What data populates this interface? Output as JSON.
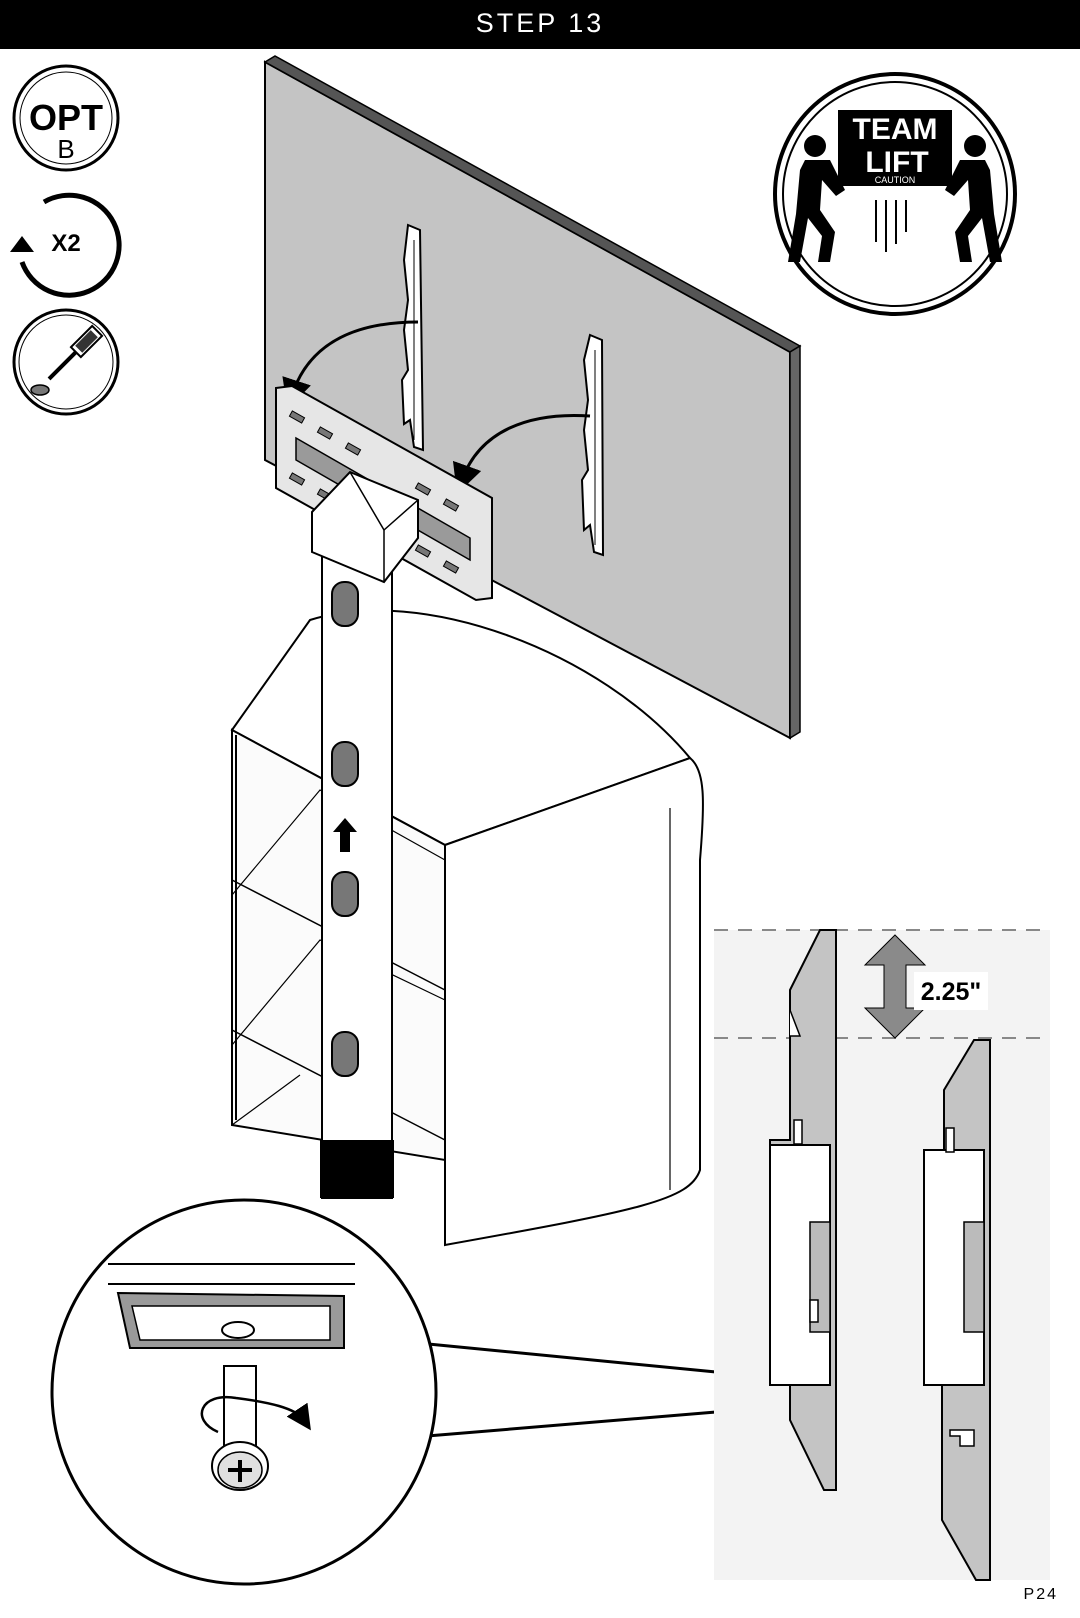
{
  "header": {
    "title": "STEP 13"
  },
  "icons": {
    "opt_badge": {
      "label_top": "OPT",
      "label_bottom": "B",
      "icon": "option-b-badge-icon"
    },
    "repeat_badge": {
      "label": "X2",
      "icon": "repeat-arrow-icon"
    },
    "screwdriver_badge": {
      "icon": "screwdriver-icon"
    },
    "team_lift": {
      "line1": "TEAM",
      "line2": "LIFT",
      "line3": "CAUTION",
      "icon": "team-lift-icon"
    }
  },
  "detail": {
    "measurement": "2.25\""
  },
  "footer": {
    "page_number": "P24"
  },
  "colors": {
    "header_bg": "#000000",
    "header_text": "#ffffff",
    "panel_grey": "#c4c4c4",
    "arrow_grey": "#8a8a8a"
  }
}
